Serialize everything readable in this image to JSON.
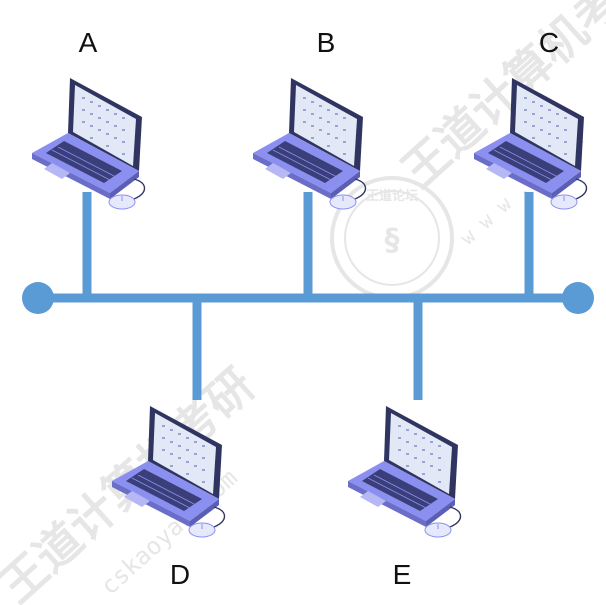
{
  "diagram": {
    "type": "bus-topology",
    "bus_color": "#5b9bd5",
    "laptop_body_color": "#8b8ff0",
    "laptop_frame_color": "#2f3560",
    "screen_color": "#e3e8f7",
    "nodes": [
      {
        "id": "A",
        "label": "A",
        "side": "top"
      },
      {
        "id": "B",
        "label": "B",
        "side": "top"
      },
      {
        "id": "C",
        "label": "C",
        "side": "top"
      },
      {
        "id": "D",
        "label": "D",
        "side": "bottom"
      },
      {
        "id": "E",
        "label": "E",
        "side": "bottom"
      }
    ]
  },
  "watermark": {
    "text": "王道计算机考研",
    "seal_text": "王道论坛",
    "url": "cskaoyan.com",
    "url_spaced": "w w w . c s k",
    "color": "#cccccc"
  }
}
